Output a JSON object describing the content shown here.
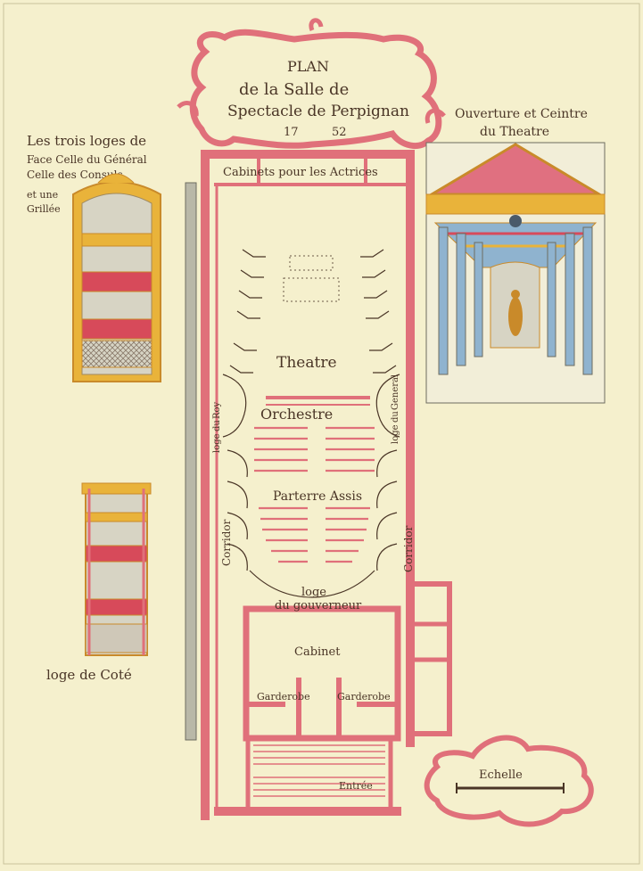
{
  "cartouche": {
    "line1": "PLAN",
    "line2": "de la Salle de",
    "line3": "Spectacle de Perpignan",
    "year_left": "17",
    "year_right": "52"
  },
  "loges_face": {
    "line1": "Les trois loges de",
    "line2": "Face Celle du Général",
    "line3": "Celle des Consuls",
    "line4": "et une",
    "line5": "Grillée"
  },
  "loge_cote": "loge de Coté",
  "ouverture": {
    "line1": "Ouverture et Ceintre",
    "line2": "du Theatre"
  },
  "rooms": {
    "cabinets": "Cabinets pour les Actrices",
    "theatre": "Theatre",
    "orchestre": "Orchestre",
    "loge_du_roy_1": "loge",
    "loge_du_roy_2": "du",
    "loge_du_roy_3": "Roy",
    "loge_general_1": "loge",
    "loge_general_2": "du",
    "loge_general_3": "General",
    "parterre": "Parterre Assis",
    "corridor_left": "Corridor",
    "corridor_right": "Corridor",
    "loge_gouverneur_1": "loge",
    "loge_gouverneur_2": "du gouverneur",
    "cabinet": "Cabinet",
    "garderobe_left": "Garderobe",
    "garderobe_right": "Garderobe",
    "entree": "Entrée"
  },
  "scale_label": "Echelle",
  "colors": {
    "paper": "#f5f0cd",
    "wall": "#e0707a",
    "ink": "#4a3526",
    "gold": "#e9b33a",
    "blue": "#8fb3cf"
  }
}
